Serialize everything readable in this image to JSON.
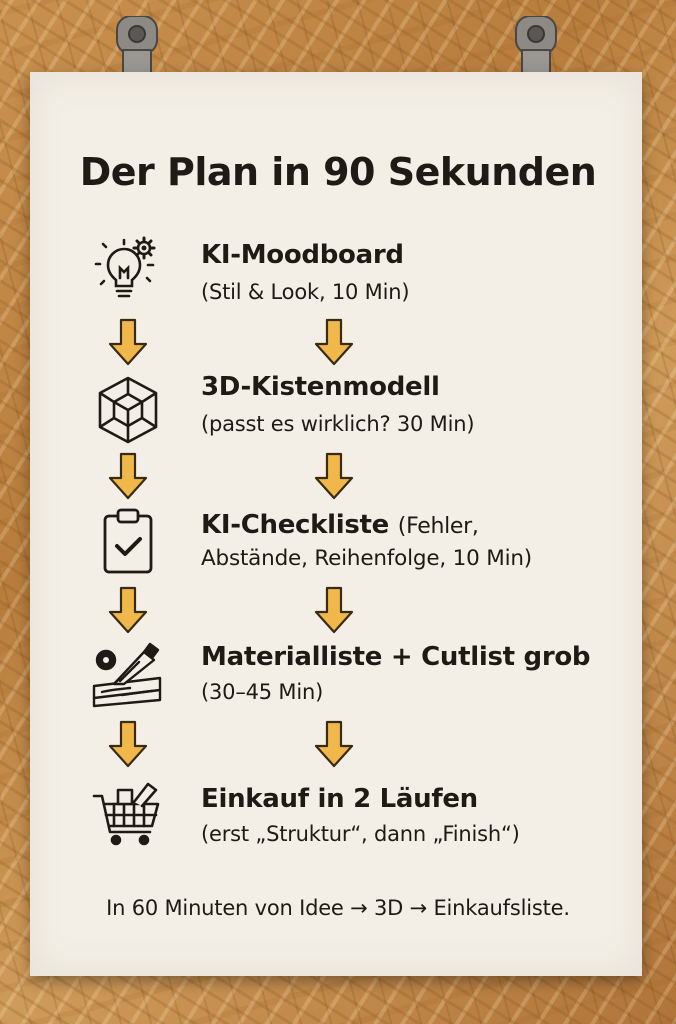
{
  "poster": {
    "title": "Der Plan in 90 Sekunden",
    "steps": [
      {
        "title": "KI-Moodboard",
        "subtitle": "(Stil & Look, 10 Min)",
        "icon": "lightbulb-gear-icon"
      },
      {
        "title": "3D-Kistenmodell",
        "subtitle": "(passt es wirklich? 30 Min)",
        "icon": "3d-cube-icon"
      },
      {
        "title": "KI-Checkliste",
        "title_note": "(Fehler,",
        "subtitle": "Abstände, Reihenfolge, 10 Min)",
        "icon": "clipboard-check-icon"
      },
      {
        "title": "Materialliste + Cutlist grob",
        "subtitle": "(30–45 Min)",
        "icon": "saw-lumber-icon"
      },
      {
        "title": "Einkauf in 2 Läufen",
        "subtitle": "(erst „Struktur“, dann „Finish“)",
        "icon": "shopping-cart-icon"
      }
    ],
    "footer": "In 60 Minuten von Idee → 3D → Einkaufsliste."
  },
  "colors": {
    "arrow_fill": "#f0b84a",
    "arrow_stroke": "#3a2a12",
    "text": "#1f1a15",
    "paper": "#f3efe6"
  }
}
